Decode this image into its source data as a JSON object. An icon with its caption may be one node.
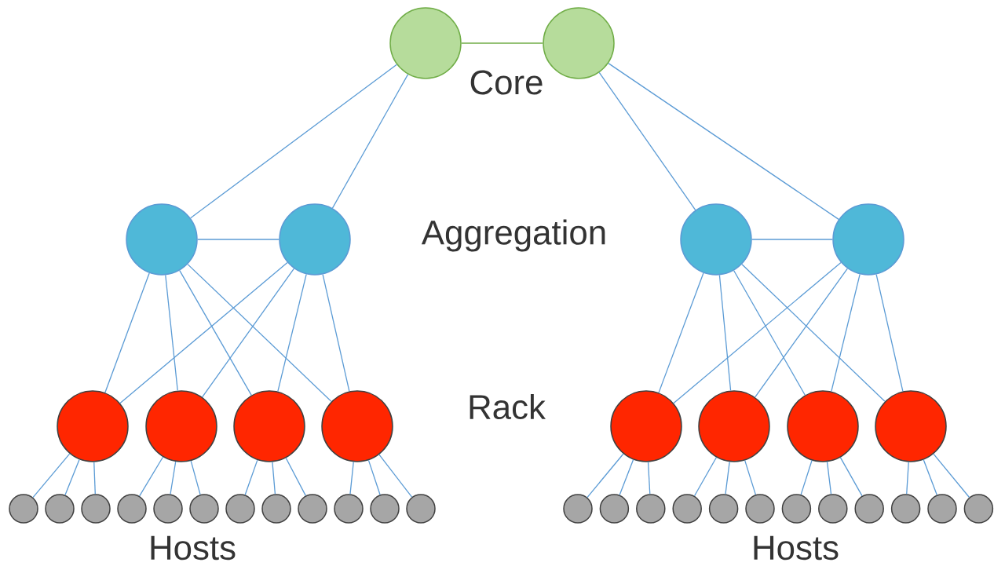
{
  "diagram": {
    "nodes": [
      {
        "text": [],
        "shape": "circle"
      },
      {
        "text": [],
        "shape": "circle"
      },
      {
        "text": [],
        "shape": "circle"
      },
      {
        "text": [],
        "shape": "circle"
      },
      {
        "text": [],
        "shape": "circle"
      },
      {
        "text": [],
        "shape": "circle"
      },
      {
        "text": [],
        "shape": "circle"
      },
      {
        "text": [],
        "shape": "circle"
      },
      {
        "text": [],
        "shape": "circle"
      },
      {
        "text": [],
        "shape": "circle"
      },
      {
        "text": [],
        "shape": "circle"
      },
      {
        "text": [],
        "shape": "circle"
      },
      {
        "text": [],
        "shape": "circle"
      },
      {
        "text": [],
        "shape": "circle"
      },
      {
        "text": [],
        "shape": "circle"
      },
      {
        "text": [],
        "shape": "circle"
      },
      {
        "text": [],
        "shape": "circle"
      },
      {
        "text": [],
        "shape": "circle"
      },
      {
        "text": [],
        "shape": "circle"
      },
      {
        "text": [],
        "shape": "circle"
      },
      {
        "text": [],
        "shape": "circle"
      },
      {
        "text": [],
        "shape": "circle"
      },
      {
        "text": [],
        "shape": "circle"
      },
      {
        "text": [],
        "shape": "circle"
      },
      {
        "text": [],
        "shape": "circle"
      },
      {
        "text": [],
        "shape": "circle"
      },
      {
        "text": [],
        "shape": "circle"
      },
      {
        "text": [],
        "shape": "circle"
      },
      {
        "text": [],
        "shape": "circle"
      },
      {
        "text": [],
        "shape": "circle"
      },
      {
        "text": [],
        "shape": "circle"
      },
      {
        "text": [],
        "shape": "circle"
      },
      {
        "text": [],
        "shape": "circle"
      },
      {
        "text": [],
        "shape": "circle"
      },
      {
        "text": [],
        "shape": "circle"
      },
      {
        "text": [],
        "shape": "circle"
      },
      {
        "text": [],
        "shape": "circle"
      },
      {
        "text": [],
        "shape": "circle"
      }
    ],
    "edges": [
      {
        "from": 0,
        "to": 1,
        "arrow": "none",
        "color": "#70ad47"
      },
      {
        "from": 0,
        "to": 2,
        "arrow": "none"
      },
      {
        "from": 0,
        "to": 3,
        "arrow": "none"
      },
      {
        "from": 1,
        "to": 4,
        "arrow": "none"
      },
      {
        "from": 1,
        "to": 5,
        "arrow": "none"
      },
      {
        "from": 2,
        "to": 3,
        "arrow": "none"
      },
      {
        "from": 4,
        "to": 5,
        "arrow": "none"
      },
      {
        "from": 2,
        "to": 6,
        "arrow": "none"
      },
      {
        "from": 2,
        "to": 7,
        "arrow": "none"
      },
      {
        "from": 2,
        "to": 8,
        "arrow": "none"
      },
      {
        "from": 2,
        "to": 9,
        "arrow": "none"
      },
      {
        "from": 3,
        "to": 6,
        "arrow": "none"
      },
      {
        "from": 3,
        "to": 7,
        "arrow": "none"
      },
      {
        "from": 3,
        "to": 8,
        "arrow": "none"
      },
      {
        "from": 3,
        "to": 9,
        "arrow": "none"
      },
      {
        "from": 4,
        "to": 10,
        "arrow": "none"
      },
      {
        "from": 4,
        "to": 11,
        "arrow": "none"
      },
      {
        "from": 4,
        "to": 12,
        "arrow": "none"
      },
      {
        "from": 4,
        "to": 13,
        "arrow": "none"
      },
      {
        "from": 5,
        "to": 10,
        "arrow": "none"
      },
      {
        "from": 5,
        "to": 11,
        "arrow": "none"
      },
      {
        "from": 5,
        "to": 12,
        "arrow": "none"
      },
      {
        "from": 5,
        "to": 13,
        "arrow": "none"
      },
      {
        "from": 6,
        "to": 14,
        "arrow": "none"
      },
      {
        "from": 6,
        "to": 15,
        "arrow": "none"
      },
      {
        "from": 6,
        "to": 16,
        "arrow": "none"
      },
      {
        "from": 7,
        "to": 17,
        "arrow": "none"
      },
      {
        "from": 7,
        "to": 18,
        "arrow": "none"
      },
      {
        "from": 7,
        "to": 19,
        "arrow": "none"
      },
      {
        "from": 8,
        "to": 20,
        "arrow": "none"
      },
      {
        "from": 8,
        "to": 21,
        "arrow": "none"
      },
      {
        "from": 8,
        "to": 22,
        "arrow": "none"
      },
      {
        "from": 9,
        "to": 23,
        "arrow": "none"
      },
      {
        "from": 9,
        "to": 24,
        "arrow": "none"
      },
      {
        "from": 9,
        "to": 25,
        "arrow": "none"
      },
      {
        "from": 10,
        "to": 26,
        "arrow": "none"
      },
      {
        "from": 10,
        "to": 27,
        "arrow": "none"
      },
      {
        "from": 10,
        "to": 28,
        "arrow": "none"
      },
      {
        "from": 11,
        "to": 29,
        "arrow": "none"
      },
      {
        "from": 11,
        "to": 30,
        "arrow": "none"
      },
      {
        "from": 11,
        "to": 31,
        "arrow": "none"
      },
      {
        "from": 12,
        "to": 32,
        "arrow": "none"
      },
      {
        "from": 12,
        "to": 33,
        "arrow": "none"
      },
      {
        "from": 12,
        "to": 34,
        "arrow": "none"
      },
      {
        "from": 13,
        "to": 35,
        "arrow": "none"
      },
      {
        "from": 13,
        "to": 36,
        "arrow": "none"
      },
      {
        "from": 13,
        "to": 37,
        "arrow": "none"
      }
    ],
    "labels": [
      "Core",
      "Aggregation",
      "Rack",
      "Hosts",
      "Hosts"
    ]
  }
}
